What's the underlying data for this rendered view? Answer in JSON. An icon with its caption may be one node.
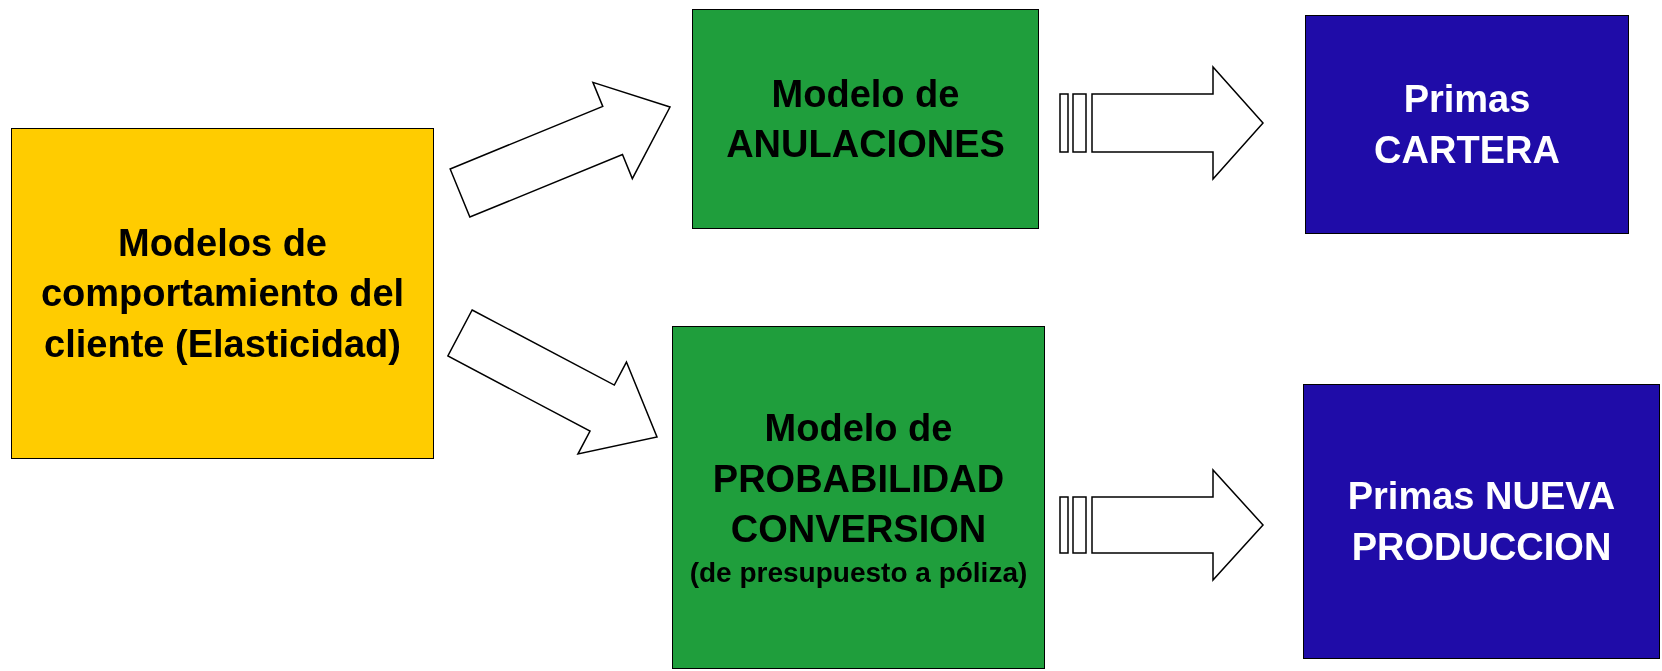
{
  "diagram": {
    "nodes": [
      {
        "text": [
          "Modelos de comportamiento del cliente (Elasticidad)"
        ]
      },
      {
        "text": [
          "Modelo de ANULACIONES"
        ]
      },
      {
        "text": [
          "Primas CARTERA"
        ]
      },
      {
        "text": [
          "Modelo de PROBABILIDAD CONVERSION",
          "(de presupuesto a póliza)"
        ]
      },
      {
        "text": [
          "Primas NUEVA PRODUCCION"
        ]
      }
    ],
    "edges": [
      {
        "from": 0,
        "to": 1,
        "arrow": "to"
      },
      {
        "from": 0,
        "to": 3,
        "arrow": "to"
      },
      {
        "from": 1,
        "to": 2,
        "arrow": "to"
      },
      {
        "from": 3,
        "to": 4,
        "arrow": "to"
      }
    ]
  }
}
